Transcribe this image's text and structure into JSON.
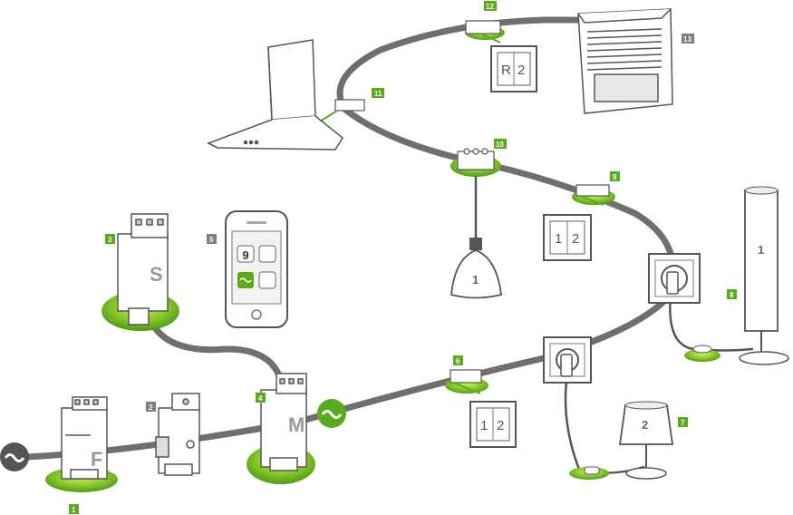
{
  "colors": {
    "cable": "#6f6f6f",
    "accent": "#5aaa1e",
    "accent_light": "#9fdc3a",
    "badge_grey": "#7d7d7d",
    "outline": "#555555"
  },
  "badges": {
    "b1": "1",
    "b2": "2",
    "b3": "3",
    "b4": "4",
    "b5": "5",
    "b6": "6",
    "b7": "7",
    "b8": "8",
    "b9": "9",
    "b10": "10",
    "b11": "11",
    "b12": "12",
    "b13": "13"
  },
  "devices": {
    "f_letter": "F",
    "s_letter": "S",
    "m_letter": "M",
    "phone_date": "9"
  },
  "switches": {
    "sw6": {
      "left": "1",
      "right": "2"
    },
    "sw9": {
      "left": "1",
      "right": "2"
    },
    "sw12": {
      "left": "R",
      "right": "2"
    }
  },
  "lamps": {
    "pendant": "1",
    "floor": "1",
    "table": "2"
  },
  "icons": [
    "ac-source-icon",
    "ac-icon",
    "phone-icon"
  ]
}
